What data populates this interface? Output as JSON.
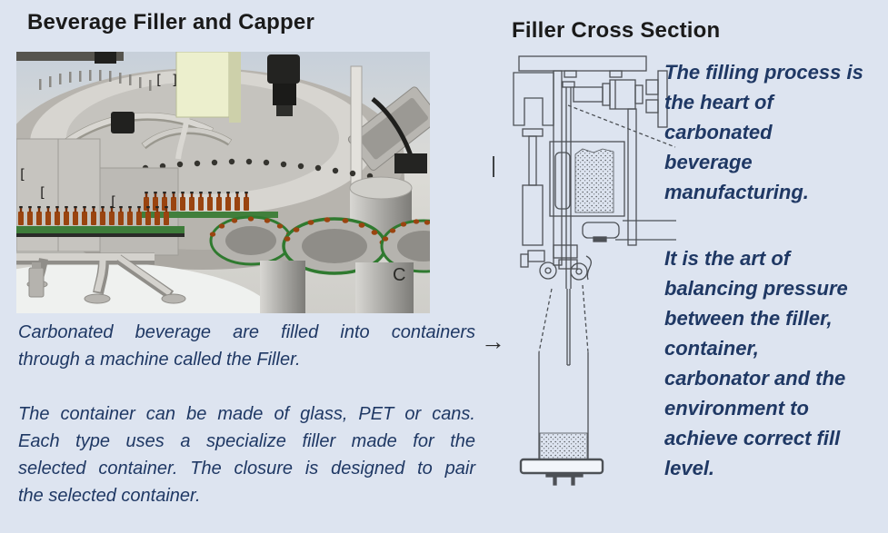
{
  "slide": {
    "background": "#dde4f0"
  },
  "left_panel": {
    "title": "Beverage Filler and Capper",
    "caption1": {
      "text": "Carbonated beverage are filled into containers through a machine called the Filler.",
      "lines": [
        "Carbonated beverage are filled into containers",
        "through a machine called the Filler."
      ]
    },
    "caption2": {
      "text": "The container can be made of glass, PET or cans. Each type uses a specialize filler made for the selected container. The closure is designed to pair the selected container.",
      "lines": [
        "The container can be made of glass, PET or cans.",
        "Each type uses a specialize filler made for the",
        "selected container. The closure is designed to pair",
        "the selected container."
      ]
    }
  },
  "right_panel": {
    "title": "Filler Cross Section",
    "note1": {
      "text": "The filling process is the heart of carbonated beverage manufacturing.",
      "lines": [
        "The filling process is",
        "the heart of",
        "carbonated",
        "beverage",
        "manufacturing."
      ]
    },
    "note2": {
      "text": "It is the art of balancing pressure between the filler, container, carbonator and the environment to achieve correct fill level.",
      "lines": [
        "It is the art of",
        "balancing pressure",
        "between the filler,",
        "container,",
        "carbonator and the",
        "environment to",
        "achieve correct fill",
        "level."
      ]
    },
    "arrow_glyph": "→"
  },
  "photo": {
    "letter_c": "C"
  },
  "colors": {
    "body_text": "#1f3864",
    "title_text": "#1a1a1a",
    "drawing_line": "#4d5156",
    "conveyor_green": "#3e7c3a",
    "bottle_amber": "#9a4410"
  }
}
